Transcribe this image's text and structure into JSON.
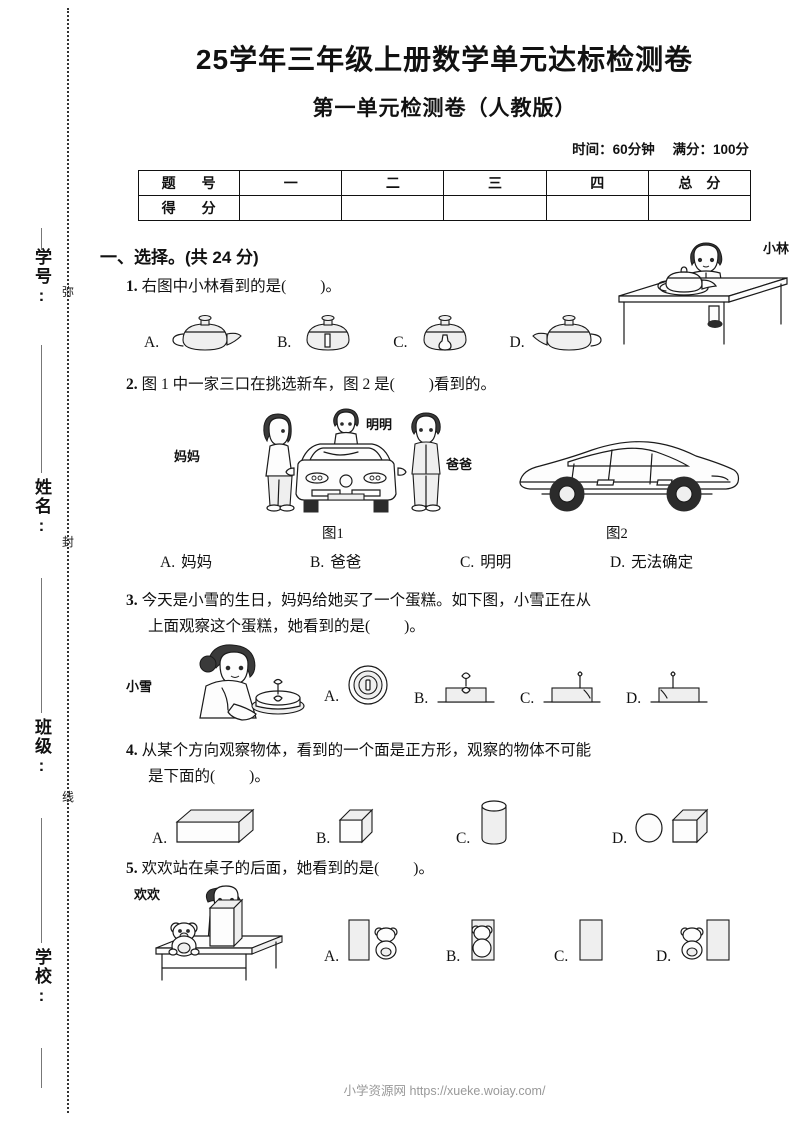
{
  "document": {
    "title": "25学年三年级上册数学单元达标检测卷",
    "subtitle": "第一单元检测卷（人教版）",
    "time_label": "时间：60分钟",
    "score_label": "满分：100分",
    "footer": "小学资源网 https://xueke.woiay.com/"
  },
  "seal_margin": {
    "fields": [
      "学号:",
      "姓名:",
      "班级:",
      "学校:"
    ],
    "words": [
      "弥",
      "封",
      "线"
    ]
  },
  "score_table": {
    "row_labels": [
      "题　号",
      "得　分"
    ],
    "columns": [
      "一",
      "二",
      "三",
      "四",
      "总　分"
    ],
    "values": [
      "",
      "",
      "",
      "",
      ""
    ]
  },
  "sections": [
    {
      "heading": "一、选择。(共 24 分)",
      "questions": [
        {
          "num": "1.",
          "text_before": "右图中小林看到的是(",
          "text_after": ")。",
          "figure_name_tag": "小林",
          "options": [
            {
              "label": "A.",
              "icon": "teapot-handle-left"
            },
            {
              "label": "B.",
              "icon": "teapot-back-view"
            },
            {
              "label": "C.",
              "icon": "teapot-front-view"
            },
            {
              "label": "D.",
              "icon": "teapot-handle-right"
            }
          ]
        },
        {
          "num": "2.",
          "text_before": "图 1 中一家三口在挑选新车，图 2 是(",
          "text_after": ")看到的。",
          "figure_tags": [
            "妈妈",
            "明明",
            "爸爸"
          ],
          "figure_captions": [
            "图1",
            "图2"
          ],
          "options": [
            {
              "label": "A.",
              "text": "妈妈"
            },
            {
              "label": "B.",
              "text": "爸爸"
            },
            {
              "label": "C.",
              "text": "明明"
            },
            {
              "label": "D.",
              "text": "无法确定"
            }
          ]
        },
        {
          "num": "3.",
          "line1": "今天是小雪的生日，妈妈给她买了一个蛋糕。如下图，小雪正在从",
          "line2_before": "上面观察这个蛋糕，她看到的是(",
          "line2_after": ")。",
          "figure_name_tag": "小雪",
          "options": [
            {
              "label": "A.",
              "icon": "cake-top-view"
            },
            {
              "label": "B.",
              "icon": "cake-side-heart"
            },
            {
              "label": "C.",
              "icon": "cake-side-candle-right"
            },
            {
              "label": "D.",
              "icon": "cake-side-candle-left"
            }
          ]
        },
        {
          "num": "4.",
          "line1": "从某个方向观察物体，看到的一个面是正方形，观察的物体不可能",
          "line2_before": "是下面的(",
          "line2_after": ")。",
          "options": [
            {
              "label": "A.",
              "icon": "cuboid"
            },
            {
              "label": "B.",
              "icon": "cube"
            },
            {
              "label": "C.",
              "icon": "cylinder"
            },
            {
              "label": "D.",
              "icon": "sphere-and-cube"
            }
          ]
        },
        {
          "num": "5.",
          "text_before": "欢欢站在桌子的后面，她看到的是(",
          "text_after": ")。",
          "figure_name_tag": "欢欢",
          "options": [
            {
              "label": "A.",
              "icon": "box-left-bear-right"
            },
            {
              "label": "B.",
              "icon": "bear-behind-box"
            },
            {
              "label": "C.",
              "icon": "box-only"
            },
            {
              "label": "D.",
              "icon": "bear-left-box-right"
            }
          ]
        }
      ]
    }
  ]
}
